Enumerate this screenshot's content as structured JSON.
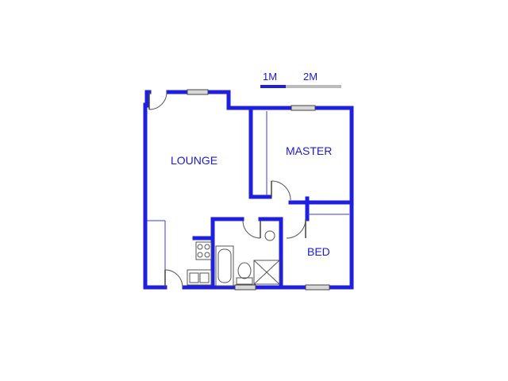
{
  "scale": {
    "label_1": "1M",
    "label_2": "2M"
  },
  "rooms": {
    "lounge": "LOUNGE",
    "master": "MASTER",
    "bed": "BED"
  },
  "colors": {
    "wall": "#1f1fe0",
    "scale_dark": "#1f1fe0",
    "scale_light": "#bbbbbb"
  }
}
